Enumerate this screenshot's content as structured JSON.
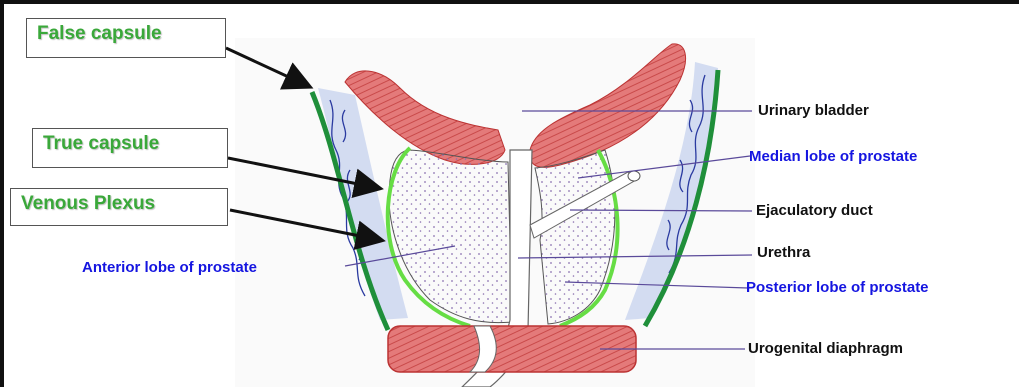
{
  "capsule_labels": {
    "false_capsule": "False capsule",
    "true_capsule": "True capsule",
    "venous_plexus": "Venous Plexus"
  },
  "structure_labels": {
    "anterior_lobe": "Anterior lobe of prostate",
    "urinary_bladder": "Urinary bladder",
    "median_lobe": "Median lobe of prostate",
    "ejaculatory_duct": "Ejaculatory duct",
    "urethra": "Urethra",
    "posterior_lobe": "Posterior lobe of prostate",
    "urogenital_diaphragm": "Urogenital diaphragm"
  },
  "colors": {
    "capsule_label": "#3aa83a",
    "false_capsule": "#1f8f3a",
    "true_capsule": "#66dd44",
    "muscle": "#e07070",
    "venous_plexus": "#2a3aa0",
    "blue_label": "#1515e0",
    "black_label": "#111111"
  }
}
